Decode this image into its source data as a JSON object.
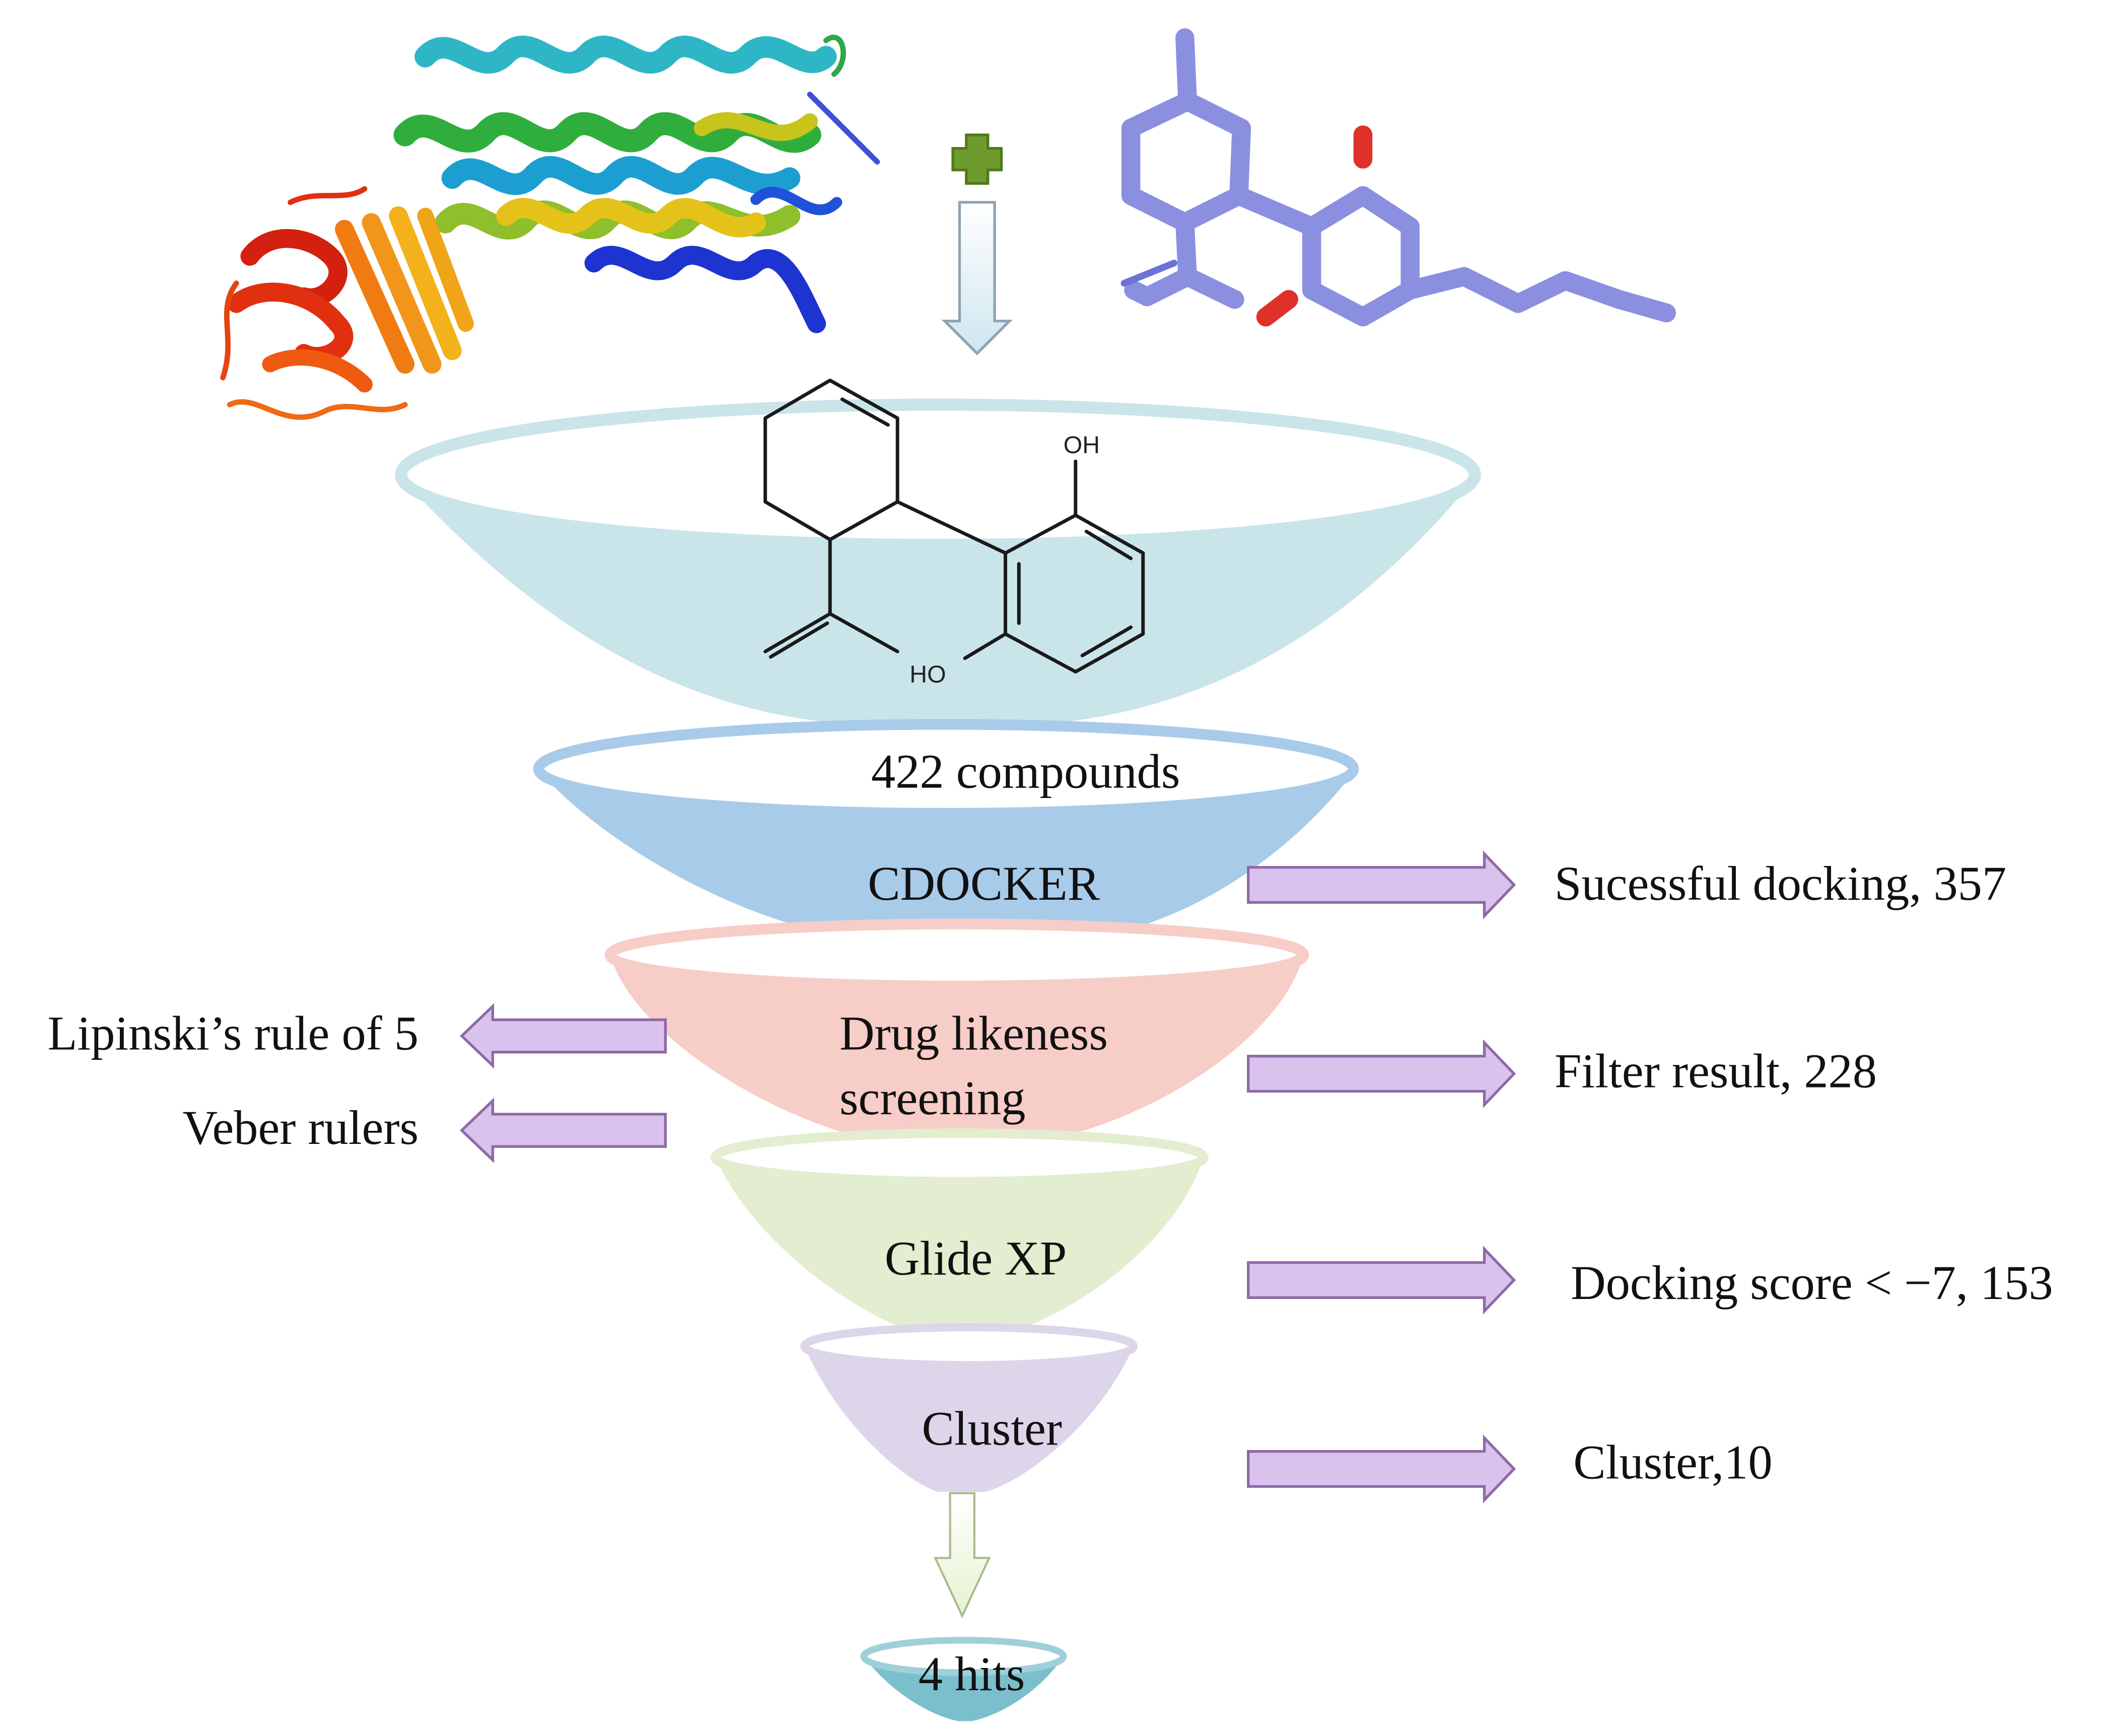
{
  "funnel": {
    "stage1_label": "422 compounds",
    "stage2_label": "CDOCKER",
    "stage3_label_line1": "Drug likeness",
    "stage3_label_line2": "screening",
    "stage4_label": "Glide XP",
    "stage5_label": "Cluster",
    "stage6_label": "4 hits"
  },
  "results": {
    "docking": "Sucessful docking, 357",
    "filter": "Filter result, 228",
    "score": "Docking score < −7, 153",
    "cluster": "Cluster,10"
  },
  "rules": {
    "lipinski": "Lipinski’s rule of 5",
    "veber": "Veber rulers"
  },
  "molecule": {
    "oh_top": "OH",
    "oh_bottom": "HO"
  },
  "colors": {
    "funnel_top": "#c9e5ea",
    "cdocker": "#a9cbea",
    "drug": "#f7cdc8",
    "glide": "#e3edcf",
    "cluster": "#ddd5ea",
    "hits": "#7cbfcc",
    "arrow": "#d9c3ec",
    "arrow_stroke": "#8e6aa8",
    "stick_model": "#8a8fe0",
    "oxygen": "#e0302a"
  }
}
